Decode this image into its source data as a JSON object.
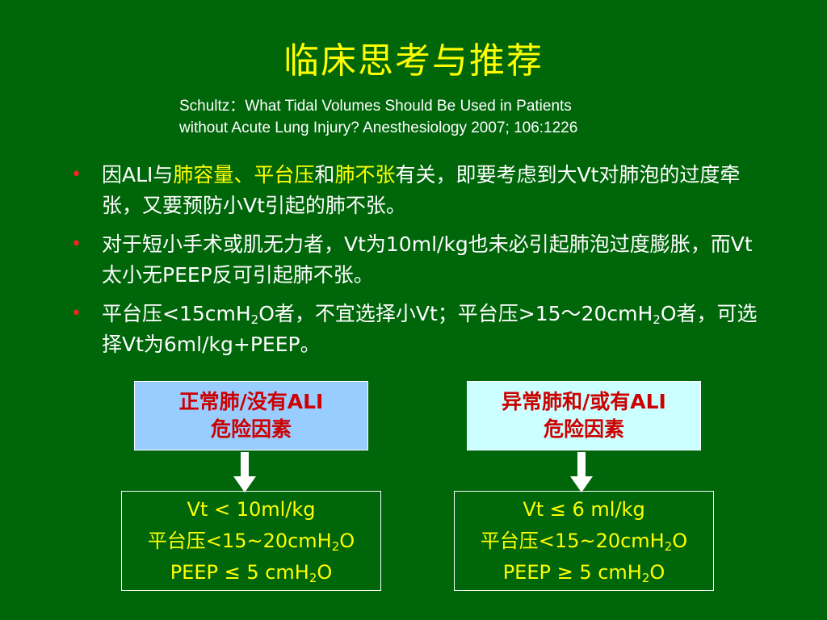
{
  "slide": {
    "title": "临床思考与推荐",
    "reference": {
      "line1": "Schultz：What Tidal Volumes Should Be Used in Patients",
      "line2": "without Acute Lung Injury? Anesthesiology 2007; 106:1226"
    },
    "bullets": [
      {
        "p1": "因ALI与",
        "hl1": "肺容量、平台压",
        "p2": "和",
        "hl2": "肺不张",
        "p3": "有关，即要考虑到大Vt对肺泡的过度牵张，又要预防小Vt引起的肺不张。"
      },
      {
        "text": "对于短小手术或肌无力者，Vt为10ml/kg也未必引起肺泡过度膨胀，而Vt太小无PEEP反可引起肺不张。"
      },
      {
        "p1": "平台压<15cmH",
        "sub1": "2",
        "p2": "O者，不宜选择小Vt；平台压>15～20cmH",
        "sub2": "2",
        "p3": "O者，可选择Vt为6ml/kg+PEEP。"
      }
    ],
    "bullet_marker": "•",
    "left_flow": {
      "header_line1": "正常肺/没有ALI",
      "header_line2": "危险因素",
      "rec_vt": "Vt < 10ml/kg",
      "rec_plateau_main": "平台压<15~20cmH",
      "rec_plateau_sub": "2",
      "rec_plateau_tail": "O",
      "rec_peep_main": "PEEP ≤ 5 cmH",
      "rec_peep_sub": "2",
      "rec_peep_tail": "O"
    },
    "right_flow": {
      "header_line1": "异常肺和/或有ALI",
      "header_line2": "危险因素",
      "rec_vt": "Vt ≤ 6 ml/kg",
      "rec_plateau_main": "平台压<15~20cmH",
      "rec_plateau_sub": "2",
      "rec_plateau_tail": "O",
      "rec_peep_main": "PEEP ≥ 5 cmH",
      "rec_peep_sub": "2",
      "rec_peep_tail": "O"
    },
    "colors": {
      "background": "#00660a",
      "title": "#ffff00",
      "highlight": "#ffff00",
      "bullet_dot": "#ff2222",
      "box_header_text": "#cc0000",
      "left_box_fill": "#99ccff",
      "right_box_fill": "#ccffff"
    }
  }
}
